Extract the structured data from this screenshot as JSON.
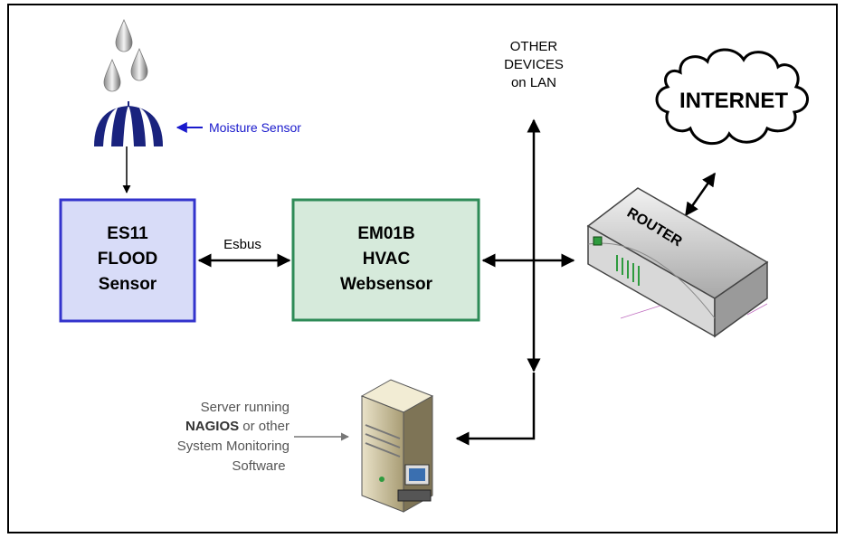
{
  "moisture_label": "Moisture Sensor",
  "es11": {
    "line1": "ES11",
    "line2": "FLOOD",
    "line3": "Sensor"
  },
  "esbus_label": "Esbus",
  "em01b": {
    "line1": "EM01B",
    "line2": "HVAC",
    "line3": "Websensor"
  },
  "other_devices": {
    "line1": "OTHER",
    "line2": "DEVICES",
    "line3": "on LAN"
  },
  "internet_label": "INTERNET",
  "router_label": "ROUTER",
  "server_text": {
    "line1": "Server running",
    "line2_bold": "NAGIOS",
    "line2_rest": " or other",
    "line3": "System Monitoring",
    "line4": "Software"
  },
  "colors": {
    "es11_fill": "#d8dcf8",
    "es11_border": "#3333cc",
    "em01b_fill": "#d6eadb",
    "em01b_border": "#2e8b57",
    "moisture_text": "#1a1acc"
  }
}
